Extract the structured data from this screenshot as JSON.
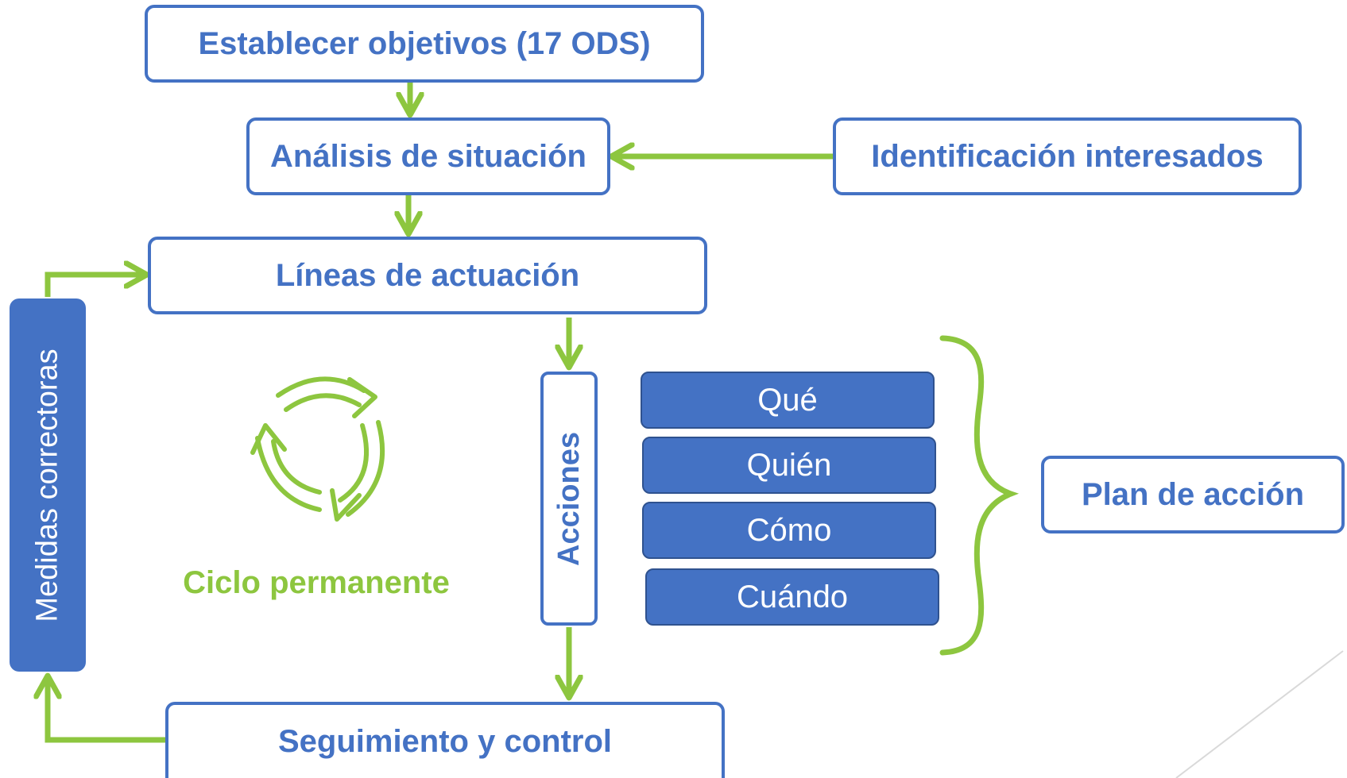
{
  "colors": {
    "primary_blue": "#4472c4",
    "dark_blue_border": "#2f528f",
    "green": "#8dc63f",
    "slide_line": "#d9d9d9"
  },
  "nodes": {
    "establecer": "Establecer objetivos (17 ODS)",
    "analisis": "Análisis de situación",
    "identificacion": "Identificación interesados",
    "lineas": "Líneas de actuación",
    "acciones": "Acciones",
    "medidas": "Medidas correctoras",
    "seguimiento": "Seguimiento y control",
    "plan": "Plan de acción"
  },
  "steps": [
    "Qué",
    "Quién",
    "Cómo",
    "Cuándo"
  ],
  "cycle": {
    "label": "Ciclo permanente",
    "icon": "recycle-arrows-icon"
  }
}
